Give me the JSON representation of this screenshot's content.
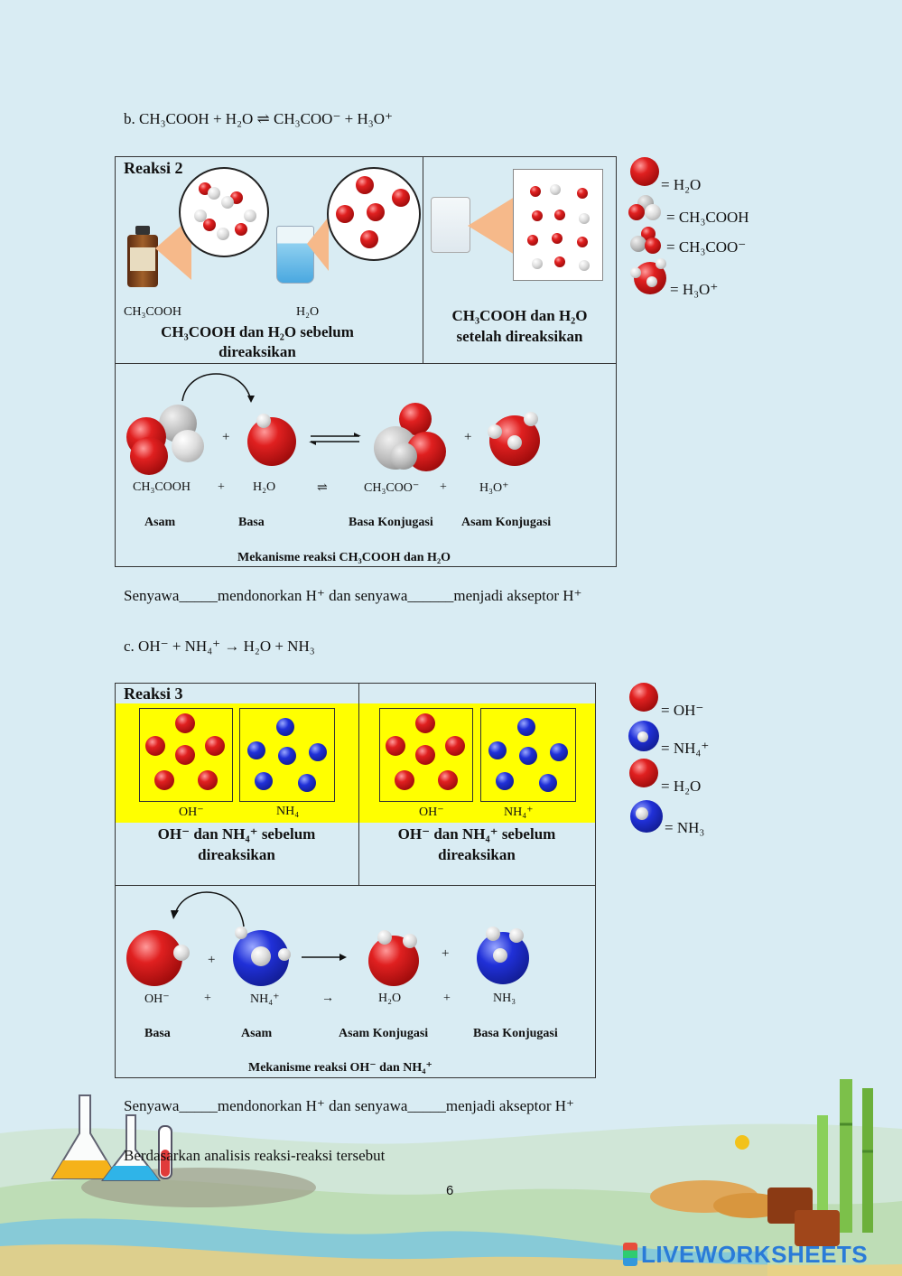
{
  "section_b": {
    "equation": "b.   CH₃COOH + H₂O ⇌  CH₃COO⁻ + H₃O⁺",
    "box_title": "Reaksi 2",
    "label_ch3cooh": "CH₃COOH",
    "label_h2o": "H₂O",
    "before_caption": "CH₃COOH dan H₂O sebelum direaksikan",
    "after_caption": "CH₃COOH dan H₂O setelah direaksikan",
    "mech": {
      "species": [
        "CH₃COOH",
        "+",
        "H₂O",
        "⇌",
        "CH₃COO⁻",
        "+",
        "H₃O⁺"
      ],
      "roles": [
        "Asam",
        "Basa",
        "Basa Konjugasi",
        "Asam Konjugasi"
      ],
      "caption": "Mekanisme reaksi CH₃COOH dan H₂O"
    },
    "legend": [
      "= H₂O",
      "= CH₃COOH",
      "= CH₃COO⁻",
      "= H₃O⁺"
    ],
    "question": "Senyawa_____mendonorkan H⁺ dan senyawa______menjadi akseptor H⁺"
  },
  "section_c": {
    "equation": "c.   OH⁻ + NH₄⁺ → H₂O + NH₃",
    "box_title": "Reaksi 3",
    "left_labels": [
      "OH⁻",
      "NH₄"
    ],
    "right_labels": [
      "OH⁻",
      "NH₄⁺"
    ],
    "left_caption": "OH⁻ dan NH₄⁺ sebelum direaksikan",
    "right_caption": "OH⁻ dan NH₄⁺ sebelum direaksikan",
    "mech": {
      "species": [
        "OH⁻",
        "+",
        "NH₄⁺",
        "→",
        "H₂O",
        "+",
        "NH₃"
      ],
      "roles": [
        "Basa",
        "Asam",
        "Asam Konjugasi",
        "Basa Konjugasi"
      ],
      "caption": "Mekanisme reaksi OH⁻ dan NH₄⁺"
    },
    "legend": [
      "= OH⁻",
      "= NH₄⁺",
      "= H₂O",
      "= NH₃"
    ],
    "question": "Senyawa_____mendonorkan H⁺ dan senyawa_____menjadi akseptor H⁺"
  },
  "conclusion": "Berdasarkan analisis reaksi-reaksi tersebut",
  "page_number": "6",
  "brand": "LIVEWORKSHEETS"
}
